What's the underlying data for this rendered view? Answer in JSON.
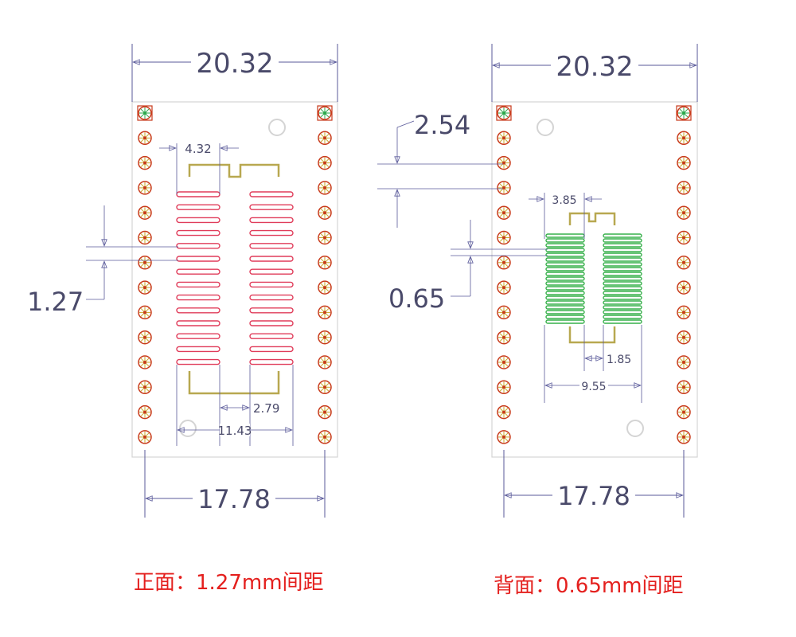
{
  "colors": {
    "dimension_line": "#5a5a9a",
    "dimension_text": "#4a4a6a",
    "board_outline": "#d4d4d4",
    "pad_ring": "#c83a1a",
    "pad_spokes": "#c8a82a",
    "first_pin": "#2aa84a",
    "front_pads": "#e03c5a",
    "back_pads": "#36b04a",
    "silkscreen": "#b8a850",
    "caption": "#e4201e"
  },
  "front": {
    "dim_width_top": "20.32",
    "dim_width_bottom": "17.78",
    "dim_chip_gap": "4.32",
    "dim_pitch": "1.27",
    "dim_inner": "2.79",
    "dim_pad_span": "11.43",
    "caption": "正面：1.27mm间距",
    "pin_rows": 14,
    "pad_rows": 14
  },
  "back": {
    "dim_width_top": "20.32",
    "dim_width_bottom": "17.78",
    "dim_row_pitch": "2.54",
    "dim_chip_gap": "3.85",
    "dim_pitch": "0.65",
    "dim_inner": "1.85",
    "dim_pad_span": "9.55",
    "caption": "背面：0.65mm间距",
    "pin_rows": 14,
    "pad_rows": 19
  }
}
